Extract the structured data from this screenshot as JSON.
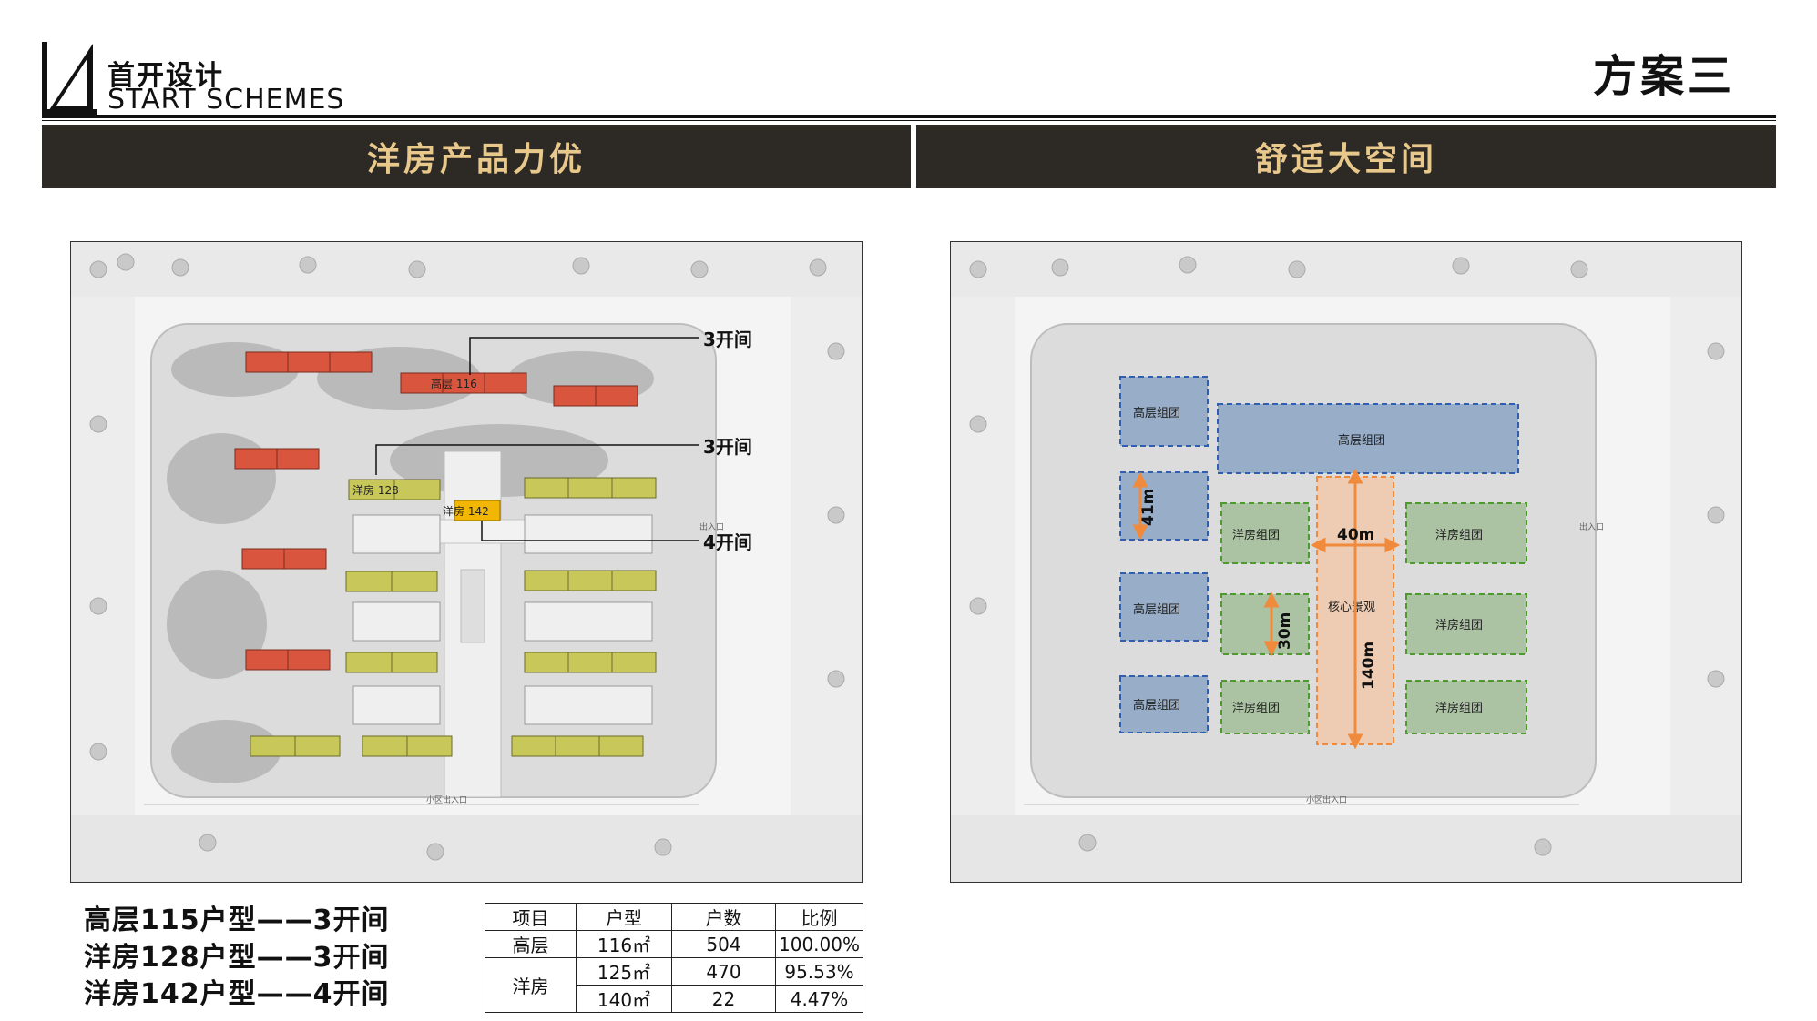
{
  "header": {
    "brand_cn": "首开设计",
    "brand_en": "START SCHEMES",
    "scheme_title": "方案三"
  },
  "bands": {
    "left": "洋房产品力优",
    "right": "舒适大空间"
  },
  "plan_left": {
    "callouts": [
      "3开间",
      "3开间",
      "4开间"
    ],
    "building_labels": [
      "高层 116",
      "洋房 128",
      "洋房 142"
    ],
    "entrance_label": "小区出入口",
    "side_entrance": "出入口"
  },
  "plan_right": {
    "zones": {
      "highrise_a": "高层组团",
      "highrise_top": "高层组团",
      "highrise_b": "高层组团",
      "highrise_c": "高层组团",
      "yang_1": "洋房组团",
      "yang_2": "洋房组团",
      "yang_3": "洋房组团",
      "yang_4": "洋房组团",
      "yang_5": "洋房组团",
      "core": "核心景观"
    },
    "dimensions": {
      "d41": "41m",
      "d40": "40m",
      "d30": "30m",
      "d140": "140m"
    },
    "entrance_label": "小区出入口",
    "side_entrance": "出入口"
  },
  "units": [
    "高层115户型——3开间",
    "洋房128户型——3开间",
    "洋房142户型——4开间"
  ],
  "stats_table": {
    "headers": [
      "项目",
      "户型",
      "户数",
      "比例"
    ],
    "rows": [
      {
        "item": "高层",
        "type": "116㎡",
        "count": "504",
        "ratio": "100.00%"
      },
      {
        "item": "洋房",
        "type": "125㎡",
        "count": "470",
        "ratio": "95.53%"
      },
      {
        "item": "",
        "type": "140㎡",
        "count": "22",
        "ratio": "4.47%"
      }
    ]
  },
  "colors": {
    "band_bg": "#2d2a26",
    "band_text": "#e9c98b",
    "highrise_red": "#d9553e",
    "yang_yellow": "#c8c85a",
    "highlight_orange": "#f2b705",
    "zone_blue": "#3a6fb5",
    "zone_green": "#5f9e3f",
    "core_orange": "#f08a3c"
  }
}
